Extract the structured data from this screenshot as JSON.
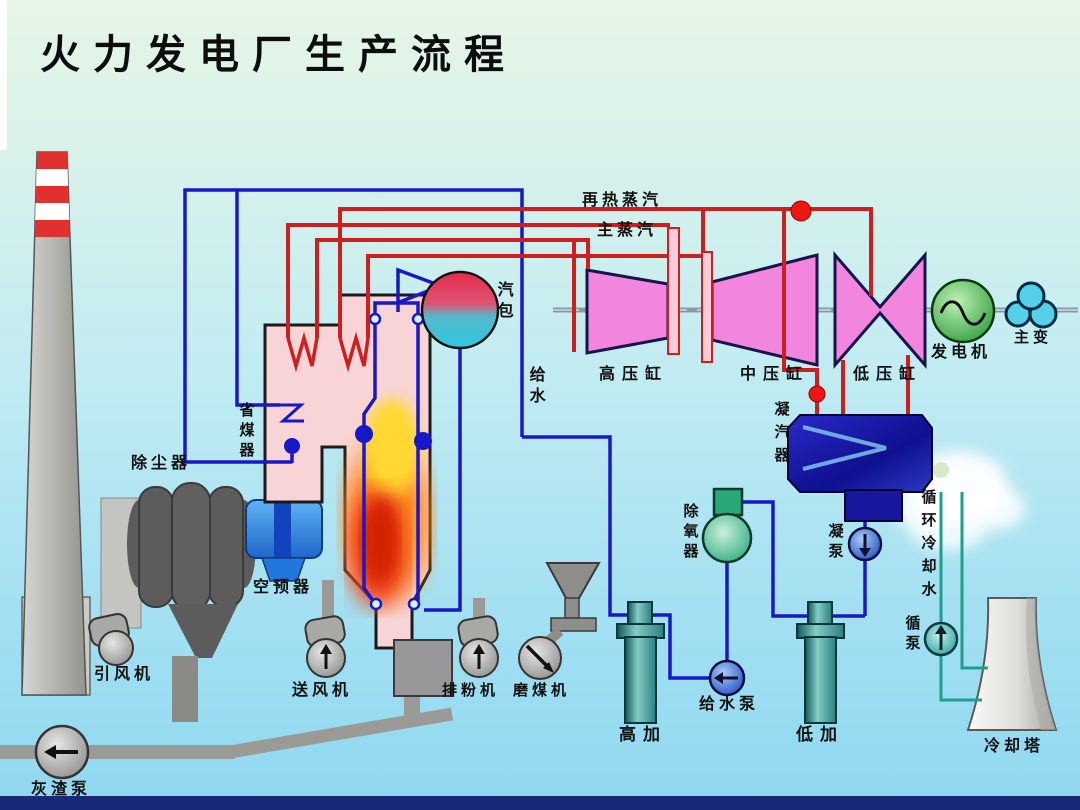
{
  "title": "火力发电厂生产流程",
  "labels": {
    "reheat_steam": "再热蒸汽",
    "main_steam": "主蒸汽",
    "hp_cylinder": "高压缸",
    "ip_cylinder": "中压缸",
    "lp_cylinder": "低压缸",
    "generator": "发电机",
    "main_transformer": "主变",
    "steam_drum": "汽包",
    "feedwater": "给水",
    "economizer": "省煤器",
    "condenser": "凝汽器",
    "deaerator": "除氧器",
    "condensate_pump": "凝泵",
    "circulating_cooling_water": "循环冷却水",
    "circulating_pump": "循泵",
    "feedwater_pump": "给水泵",
    "hp_heater": "高加",
    "lp_heater": "低加",
    "cooling_tower": "冷却塔",
    "dust_collector": "除尘器",
    "air_preheater": "空预器",
    "induced_draft_fan": "引风机",
    "ash_slag_pump": "灰渣泵",
    "forced_draft_fan": "送风机",
    "powder_exhaust_fan": "排粉机",
    "coal_mill": "磨煤机"
  },
  "colors": {
    "background_top": "#e6f5e7",
    "background_bottom": "#8fd8f0",
    "steam_pipe_red": "#cc2020",
    "water_pipe_blue": "#1818c8",
    "cooling_pipe_teal": "#1fa08a",
    "turbine_pink": "#f285dd",
    "condenser_blue": "#1a1aa8",
    "boiler_pink": "#f9d4d6",
    "generator_green": "#2f9f3f",
    "chimney_red": "#e03030",
    "equipment_gray": "#9a9a9a",
    "bottom_bar": "#1a2878"
  }
}
